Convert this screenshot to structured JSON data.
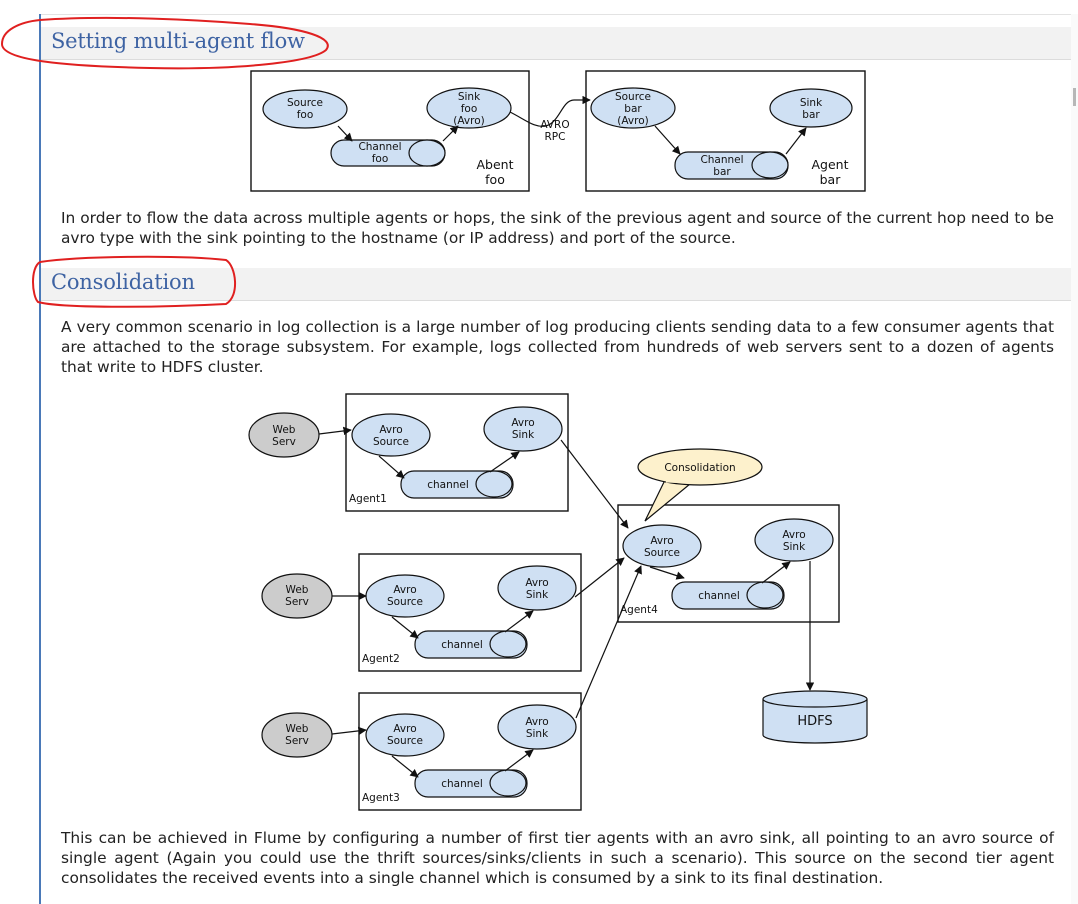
{
  "sections": [
    {
      "heading": "Setting multi-agent flow",
      "paragraphs": [
        "In order to flow the data across multiple agents or hops, the sink of the previous agent and source of the current hop need to be avro type with the sink pointing to the hostname (or IP address) and port of the source."
      ]
    },
    {
      "heading": "Consolidation",
      "paragraphs": [
        "A very common scenario in log collection is a large number of log producing clients sending data to a few consumer agents that are attached to the storage subsystem. For example, logs collected from hundreds of web servers sent to a dozen of agents that write to HDFS cluster.",
        "This can be achieved in Flume by configuring a number of first tier agents with an avro sink, all pointing to an avro source of single agent (Again you could use the thrift sources/sinks/clients in such a scenario). This source on the second tier agent consolidates the received events into a single channel which is consumed by a sink to its final destination."
      ]
    }
  ],
  "multi_agent_diagram": {
    "source_foo": [
      "Source",
      "foo"
    ],
    "sink_foo": [
      "Sink",
      "foo",
      "(Avro)"
    ],
    "channel_foo": [
      "Channel",
      "foo"
    ],
    "agent_foo": [
      "Abent",
      "foo"
    ],
    "avro_rpc": [
      "AVRO",
      "RPC"
    ],
    "source_bar": [
      "Source",
      "bar",
      "(Avro)"
    ],
    "sink_bar": [
      "Sink",
      "bar"
    ],
    "channel_bar": [
      "Channel",
      "bar"
    ],
    "agent_bar": [
      "Agent",
      "bar"
    ]
  },
  "consolidation_diagram": {
    "web_serv": [
      "Web",
      "Serv"
    ],
    "avro_source": [
      "Avro",
      "Source"
    ],
    "avro_sink": [
      "Avro",
      "Sink"
    ],
    "channel": "channel",
    "agent1": "Agent1",
    "agent2": "Agent2",
    "agent3": "Agent3",
    "agent4": "Agent4",
    "callout": "Consolidation",
    "hdfs": "HDFS"
  },
  "colors": {
    "heading": "#3e63a3",
    "node_fill": "#cfe0f3",
    "web_fill": "#cccccc",
    "callout_fill": "#fdf1cc",
    "annotation": "#e02020"
  }
}
